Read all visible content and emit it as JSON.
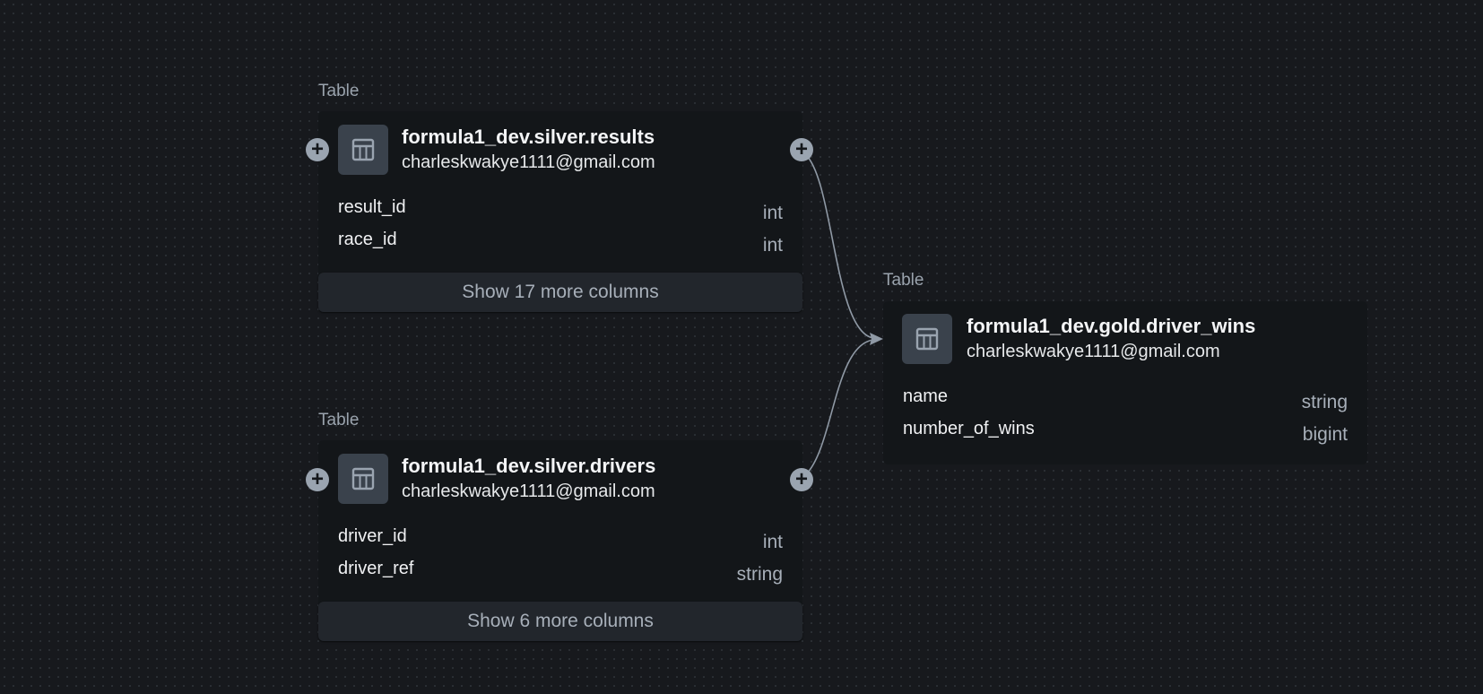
{
  "nodes": [
    {
      "kind": "Table",
      "title": "formula1_dev.silver.results",
      "owner": "charleskwakye1111@gmail.com",
      "columns": [
        {
          "name": "result_id",
          "type": "int"
        },
        {
          "name": "race_id",
          "type": "int"
        }
      ],
      "more_label": "Show 17 more columns"
    },
    {
      "kind": "Table",
      "title": "formula1_dev.silver.drivers",
      "owner": "charleskwakye1111@gmail.com",
      "columns": [
        {
          "name": "driver_id",
          "type": "int"
        },
        {
          "name": "driver_ref",
          "type": "string"
        }
      ],
      "more_label": "Show 6 more columns"
    },
    {
      "kind": "Table",
      "title": "formula1_dev.gold.driver_wins",
      "owner": "charleskwakye1111@gmail.com",
      "columns": [
        {
          "name": "name",
          "type": "string"
        },
        {
          "name": "number_of_wins",
          "type": "bigint"
        }
      ]
    }
  ],
  "icons": {
    "table": "table-icon",
    "expand": "plus-icon"
  },
  "plus_symbol": "+",
  "colors": {
    "edge": "#8f99a5",
    "canvas": "#17191d",
    "card": "#131619"
  }
}
